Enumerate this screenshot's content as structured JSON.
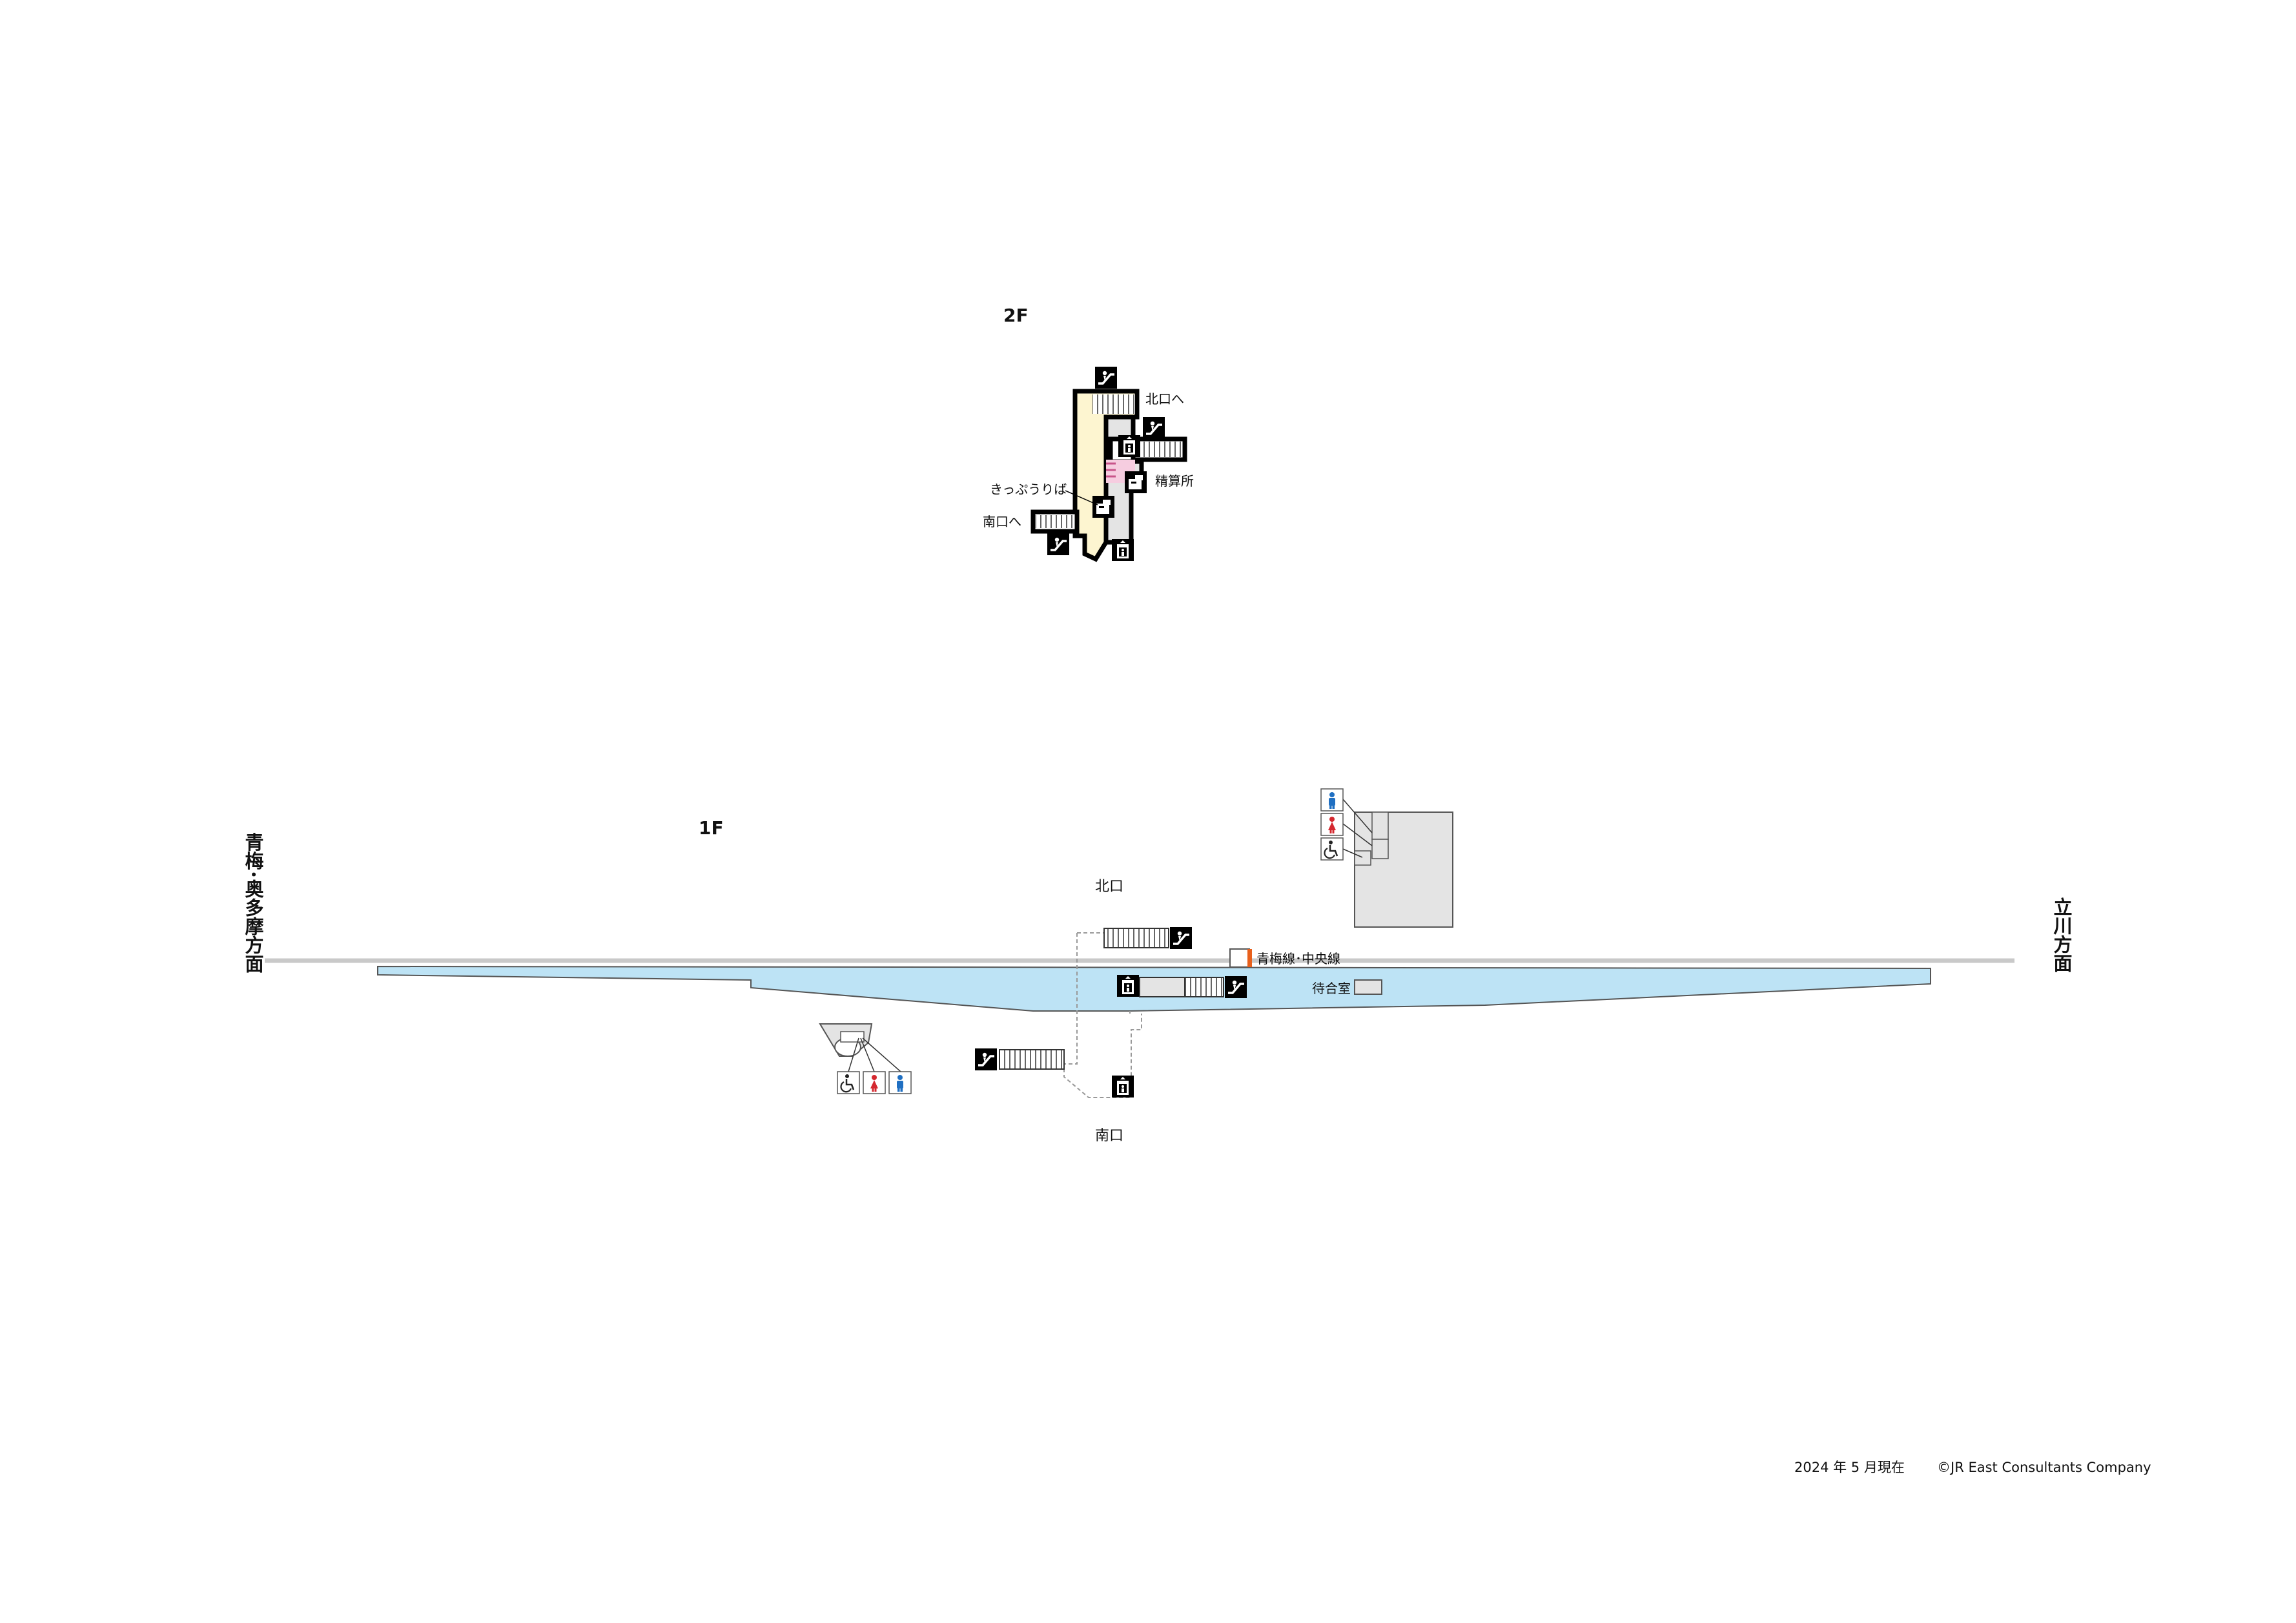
{
  "floors": {
    "upper": "2F",
    "lower": "1F"
  },
  "concourse": {
    "to_north": "北口へ",
    "to_south": "南口へ",
    "ticket_office": "きっぷうりば",
    "fare_adjustment": "精算所"
  },
  "ground": {
    "north_exit": "北口",
    "south_exit": "南口",
    "line_name": "青梅線･中央線",
    "waiting_room": "待合室"
  },
  "directions": {
    "west": "青梅･奥多摩方面",
    "east": "立川方面"
  },
  "footer": {
    "as_of": "2024 年 5 月現在",
    "copyright": "©JR East Consultants Company"
  },
  "colors": {
    "platform": "#bde3f5",
    "concourse_path": "#fdf5d0",
    "ticket_area": "#f6cde0",
    "facility_gray": "#e4e4e4",
    "male_blue": "#1f6fc2",
    "female_red": "#d4282f",
    "line_accent": "#e8601c"
  },
  "icons": [
    "stairs-icon",
    "escalator-icon",
    "elevator-icon",
    "ticket-machine-icon",
    "toilet-male-icon",
    "toilet-female-icon",
    "accessible-toilet-icon"
  ]
}
